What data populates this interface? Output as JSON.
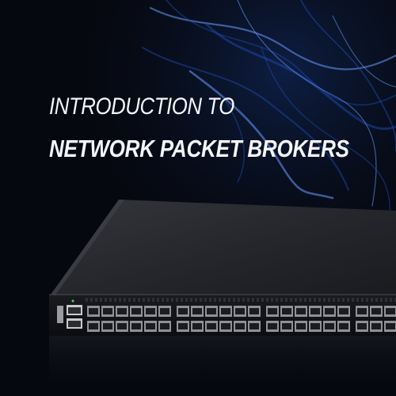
{
  "headline": {
    "line1": "INTRODUCTION TO",
    "line2": "NETWORK PACKET BROKERS"
  },
  "colors": {
    "background": "#06080f",
    "text": "#f4f6fb",
    "swirl": "#1f4fbf",
    "device_top": "#2a2c31",
    "device_front": "#101114"
  },
  "device": {
    "sfp_port_groups": 4,
    "ports_per_group": 12
  }
}
